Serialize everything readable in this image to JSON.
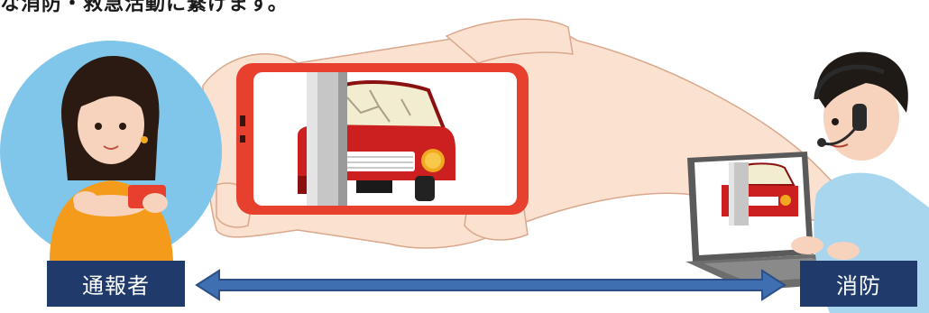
{
  "headline": "な消防・救急活動に繋げます。",
  "labels": {
    "caller": "通報者",
    "fire_department": "消防"
  },
  "icons": [
    "reporter-illustration",
    "smartphone-illustration",
    "car-crash-illustration",
    "dispatcher-illustration",
    "laptop-illustration",
    "double-arrow-icon"
  ],
  "colors": {
    "label_bg": "#1f3a6b",
    "arrow": "#3f6fb0",
    "phone_frame": "#e8402f",
    "car_red": "#cc1f1f",
    "circle_bg": "#7fc6ea",
    "skin": "#f7d3bd"
  }
}
